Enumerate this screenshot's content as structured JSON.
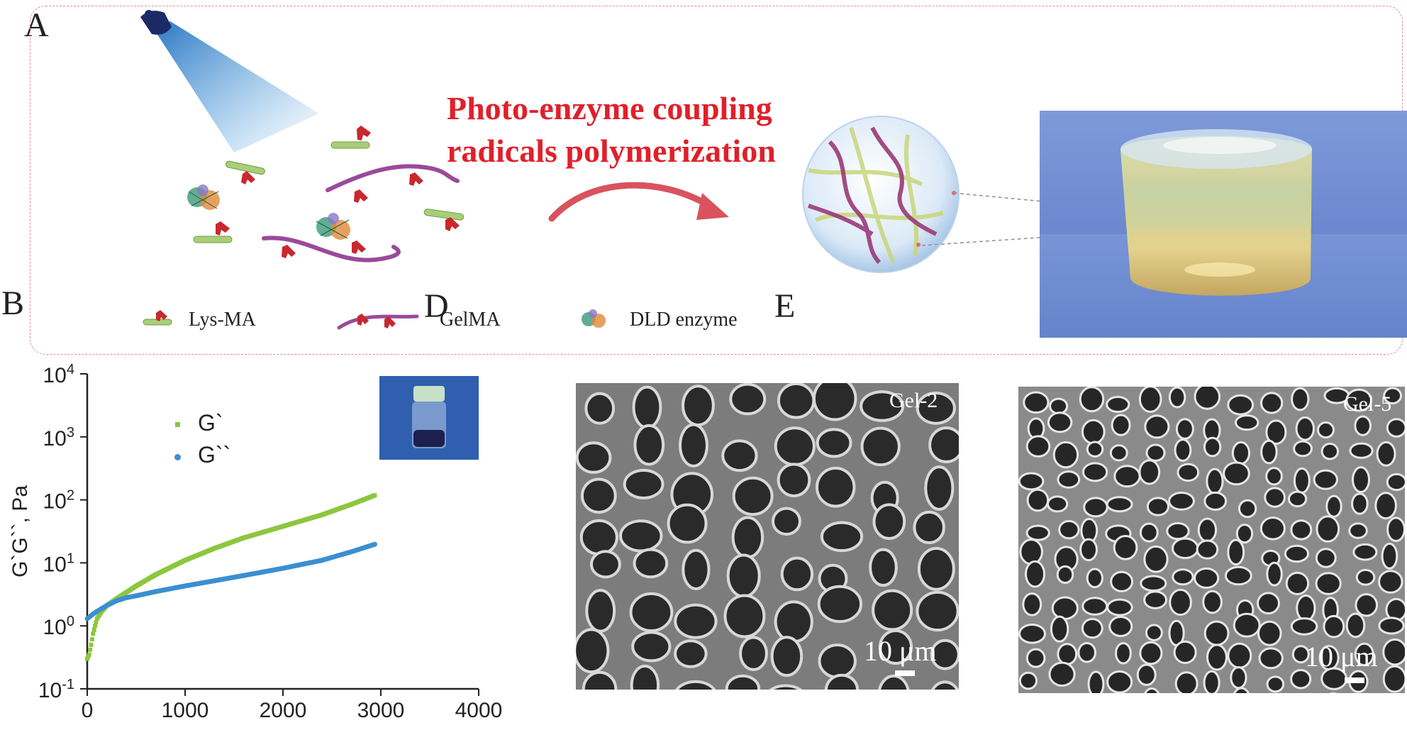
{
  "panels": {
    "a": "A",
    "b": "B",
    "d": "D",
    "e": "E"
  },
  "schematic": {
    "headline_line1": "Photo-enzyme coupling",
    "headline_line2": "radicals polymerization",
    "legend": {
      "lysma": "Lys-MA",
      "gelma": "GelMA",
      "dld": "DLD enzyme"
    },
    "icons": [
      "uv-lamp-icon",
      "lys-ma-icon",
      "gelma-icon",
      "dld-enzyme-icon",
      "curved-arrow-icon"
    ]
  },
  "sem": {
    "gel2": {
      "label": "Gel-2",
      "scale": "10 μm"
    },
    "gel5": {
      "label": "Gel-5",
      "scale": "10 μm"
    }
  },
  "colors": {
    "headline": "#e0202a",
    "g_prime": "#8dc63f",
    "g_double_prime": "#3b8fd0",
    "border": "#e08a99"
  },
  "chart_data": {
    "type": "scatter",
    "ylabel": "G`G``, Pa",
    "xlabel": "",
    "xlim": [
      0,
      4000
    ],
    "ylim": [
      0.1,
      10000
    ],
    "yscale": "log",
    "xticks": [
      "0",
      "1000",
      "2000",
      "3000",
      "4000"
    ],
    "yticks": [
      {
        "base": "10",
        "exp": "-1"
      },
      {
        "base": "10",
        "exp": "0"
      },
      {
        "base": "10",
        "exp": "1"
      },
      {
        "base": "10",
        "exp": "2"
      },
      {
        "base": "10",
        "exp": "3"
      },
      {
        "base": "10",
        "exp": "4"
      }
    ],
    "legend_position": "top-left",
    "series": [
      {
        "name": "G`",
        "color": "#8dc63f",
        "x": [
          0,
          20,
          40,
          60,
          80,
          100,
          150,
          200,
          300,
          400,
          500,
          700,
          1000,
          1300,
          1600,
          2000,
          2400,
          2700,
          2950
        ],
        "y": [
          0.3,
          0.35,
          0.5,
          0.75,
          1.0,
          1.3,
          1.7,
          2.1,
          2.7,
          3.4,
          4.3,
          6.5,
          11,
          17,
          25,
          38,
          58,
          85,
          120
        ]
      },
      {
        "name": "G``",
        "color": "#3b8fd0",
        "x": [
          0,
          50,
          100,
          200,
          300,
          400,
          500,
          700,
          1000,
          1300,
          1600,
          2000,
          2400,
          2700,
          2950
        ],
        "y": [
          1.3,
          1.5,
          1.7,
          2.1,
          2.5,
          2.8,
          3.0,
          3.5,
          4.3,
          5.2,
          6.3,
          8.2,
          11,
          15,
          20
        ]
      }
    ]
  }
}
